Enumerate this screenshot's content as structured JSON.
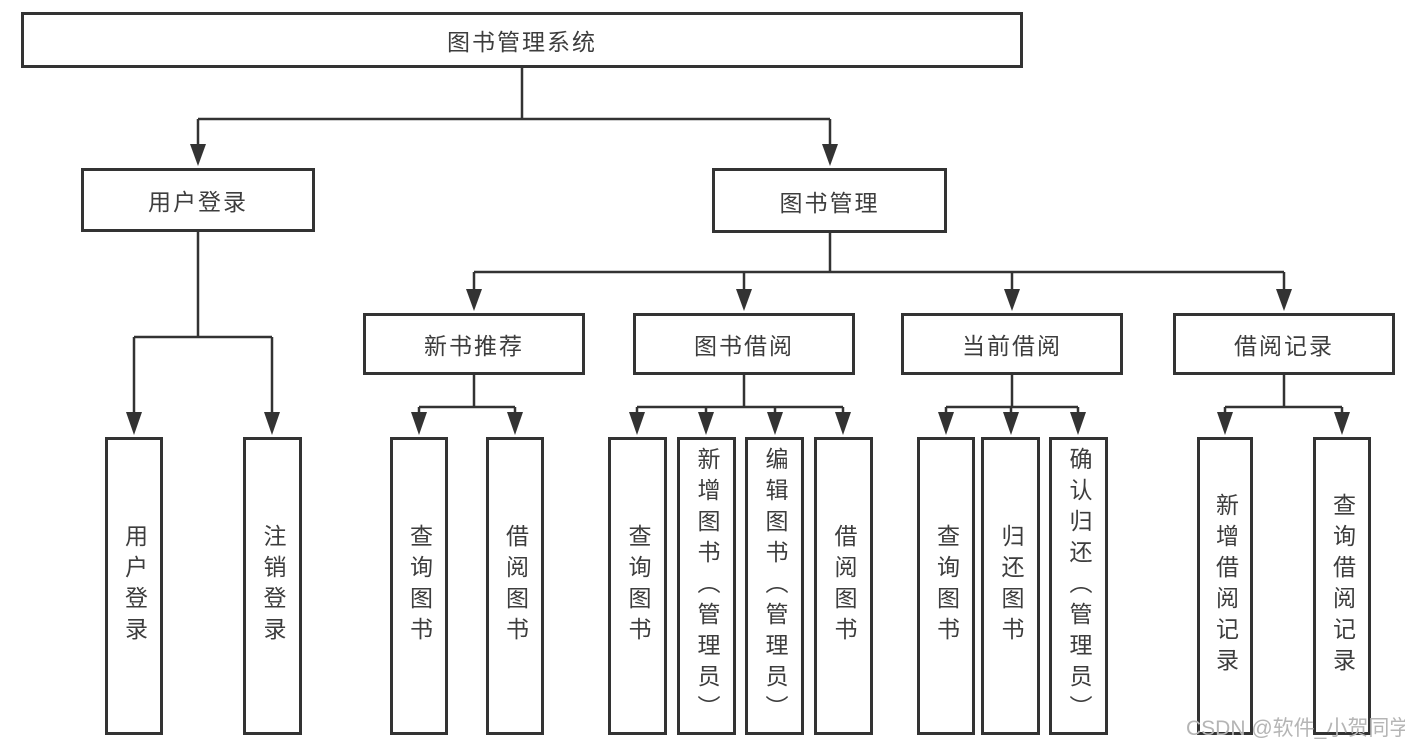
{
  "colors": {
    "line": "#333333",
    "box_border": "#333333",
    "text": "#3d3d3d",
    "watermark_text": "#b5b5b5",
    "background": "#ffffff"
  },
  "tree": {
    "root": {
      "label": "图书管理系统"
    },
    "user_login": {
      "label": "用户登录",
      "children": [
        {
          "label": "用户登录"
        },
        {
          "label": "注销登录"
        }
      ]
    },
    "book_mgmt": {
      "label": "图书管理",
      "sections": [
        {
          "label": "新书推荐",
          "children": [
            {
              "label": "查询图书"
            },
            {
              "label": "借阅图书"
            }
          ]
        },
        {
          "label": "图书借阅",
          "children": [
            {
              "label": "查询图书"
            },
            {
              "label": "新增图书（管理员）"
            },
            {
              "label": "编辑图书（管理员）"
            },
            {
              "label": "借阅图书"
            }
          ]
        },
        {
          "label": "当前借阅",
          "children": [
            {
              "label": "查询图书"
            },
            {
              "label": "归还图书"
            },
            {
              "label": "确认归还（管理员）"
            }
          ]
        },
        {
          "label": "借阅记录",
          "children": [
            {
              "label": "新增借阅记录"
            },
            {
              "label": "查询借阅记录"
            }
          ]
        }
      ]
    }
  },
  "watermark": "CSDN @软件_小贺同学"
}
